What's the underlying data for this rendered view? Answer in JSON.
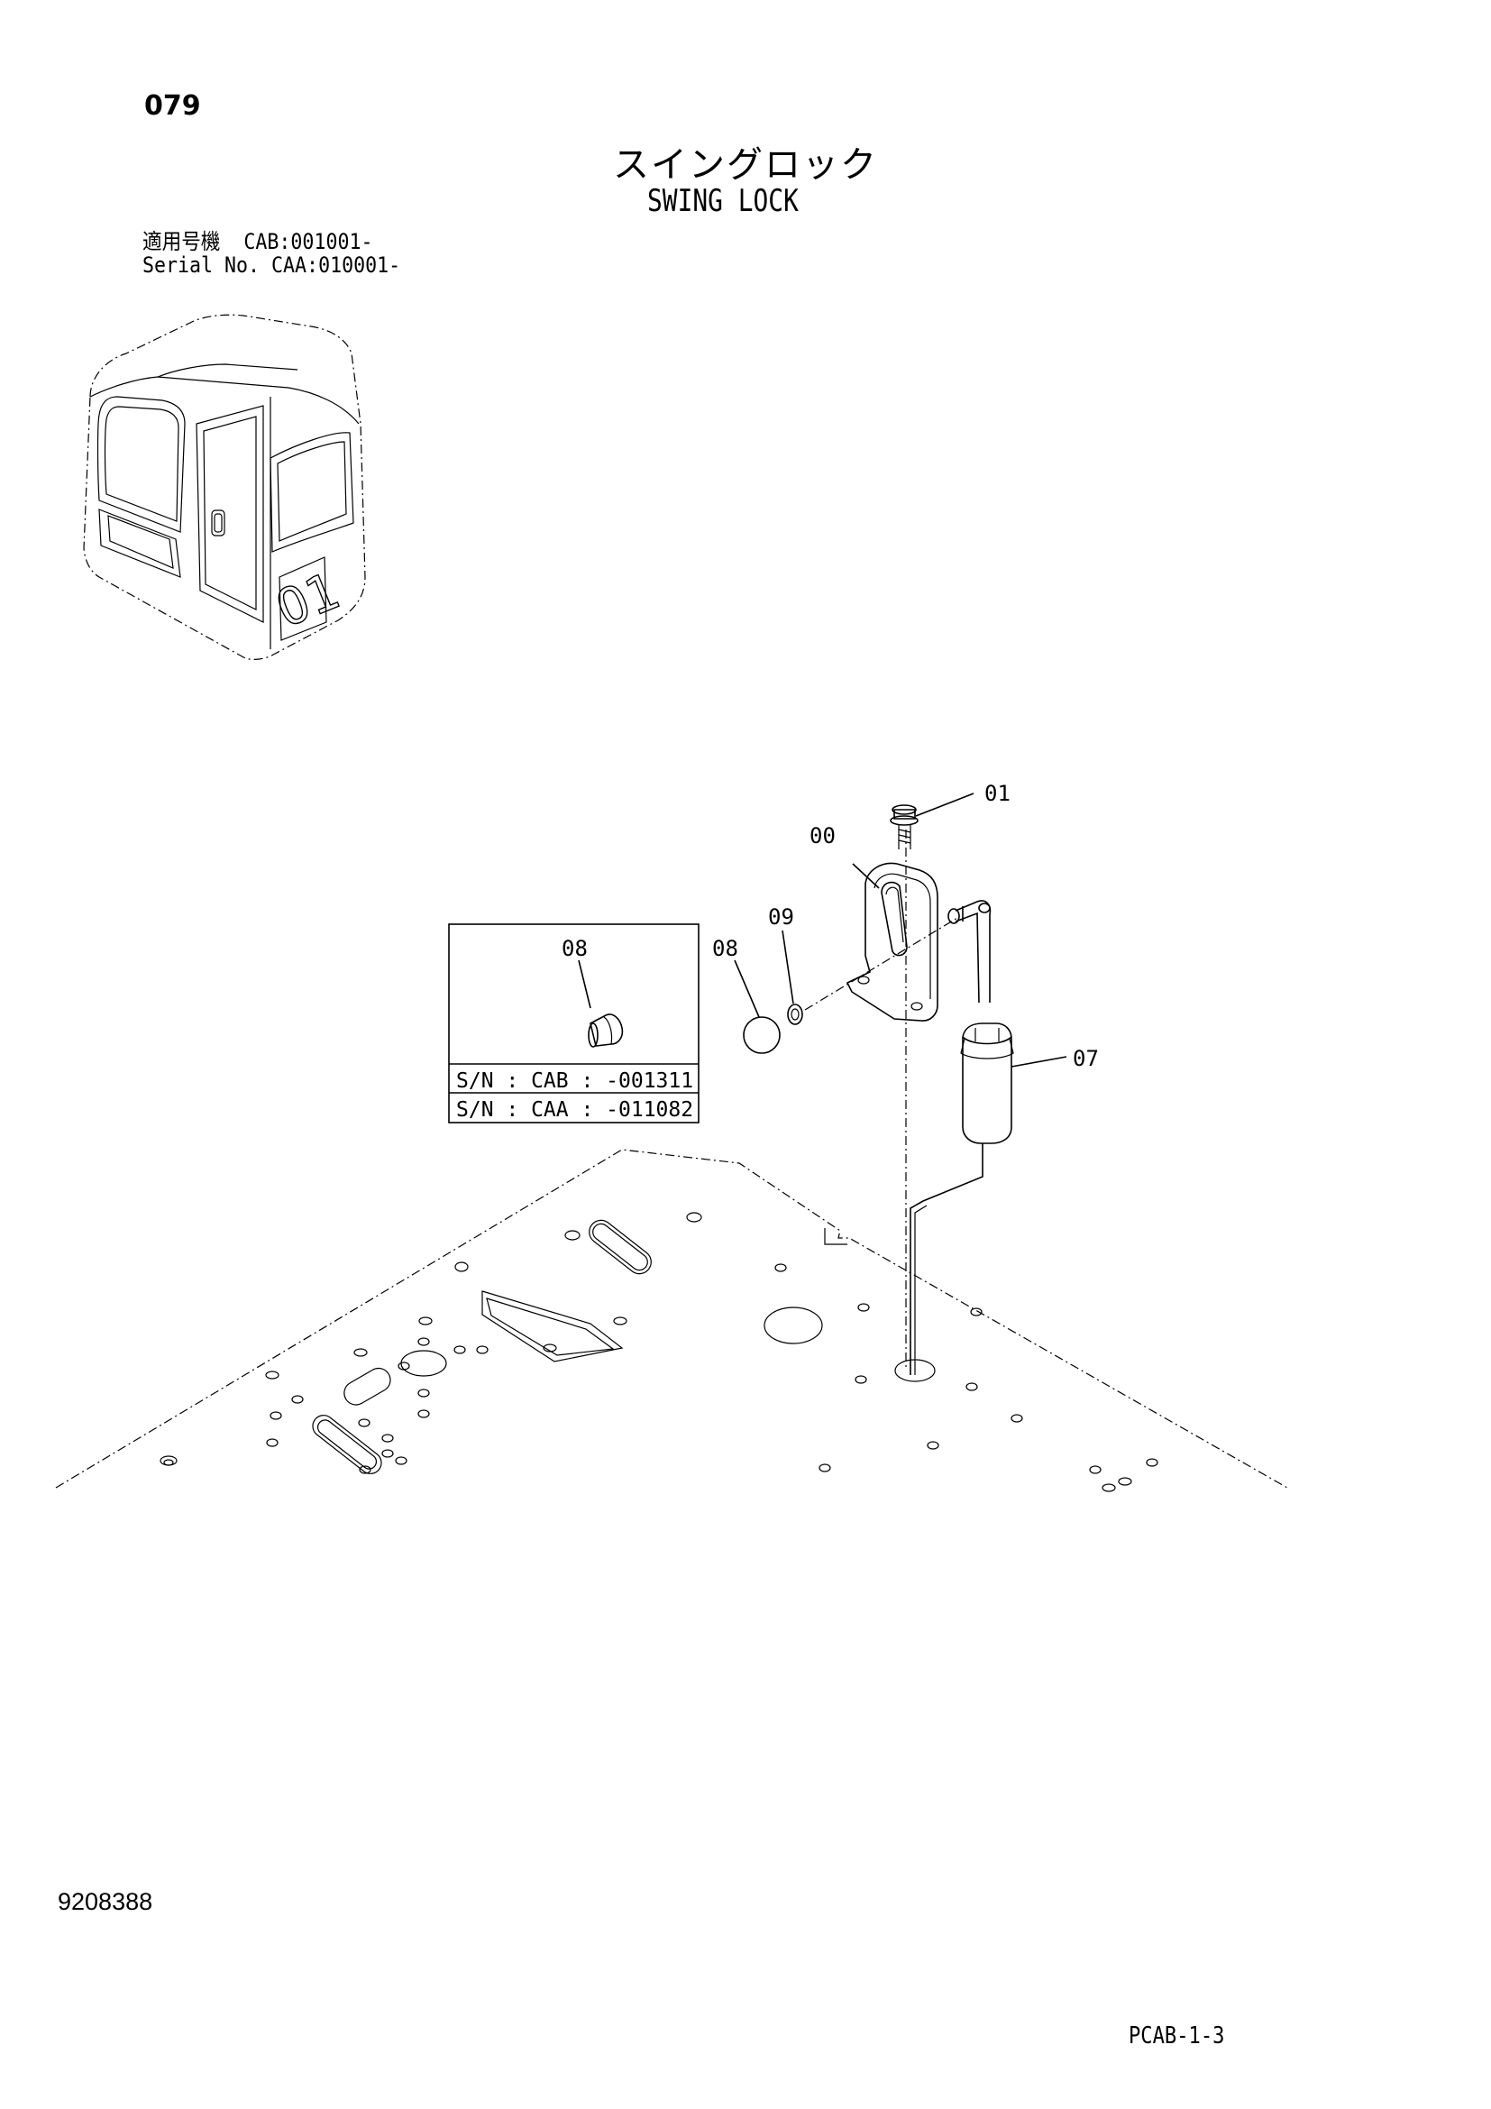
{
  "header": {
    "page_number": "079",
    "title_jp": "スイングロック",
    "title_en": "SWING LOCK",
    "serial_line_1": "適用号機  CAB:001001-",
    "serial_line_2": "Serial No. CAA:010001-"
  },
  "callouts": {
    "bracket": "00",
    "bolt": "01",
    "cylinder": "07",
    "knob": "08",
    "washer": "09"
  },
  "inset": {
    "part_label": "08",
    "sn_line_1": "S/N : CAB : -001311",
    "sn_line_2": "S/N : CAA : -011082"
  },
  "footer": {
    "document_number": "9208388",
    "sheet_code": "PCAB-1-3"
  }
}
